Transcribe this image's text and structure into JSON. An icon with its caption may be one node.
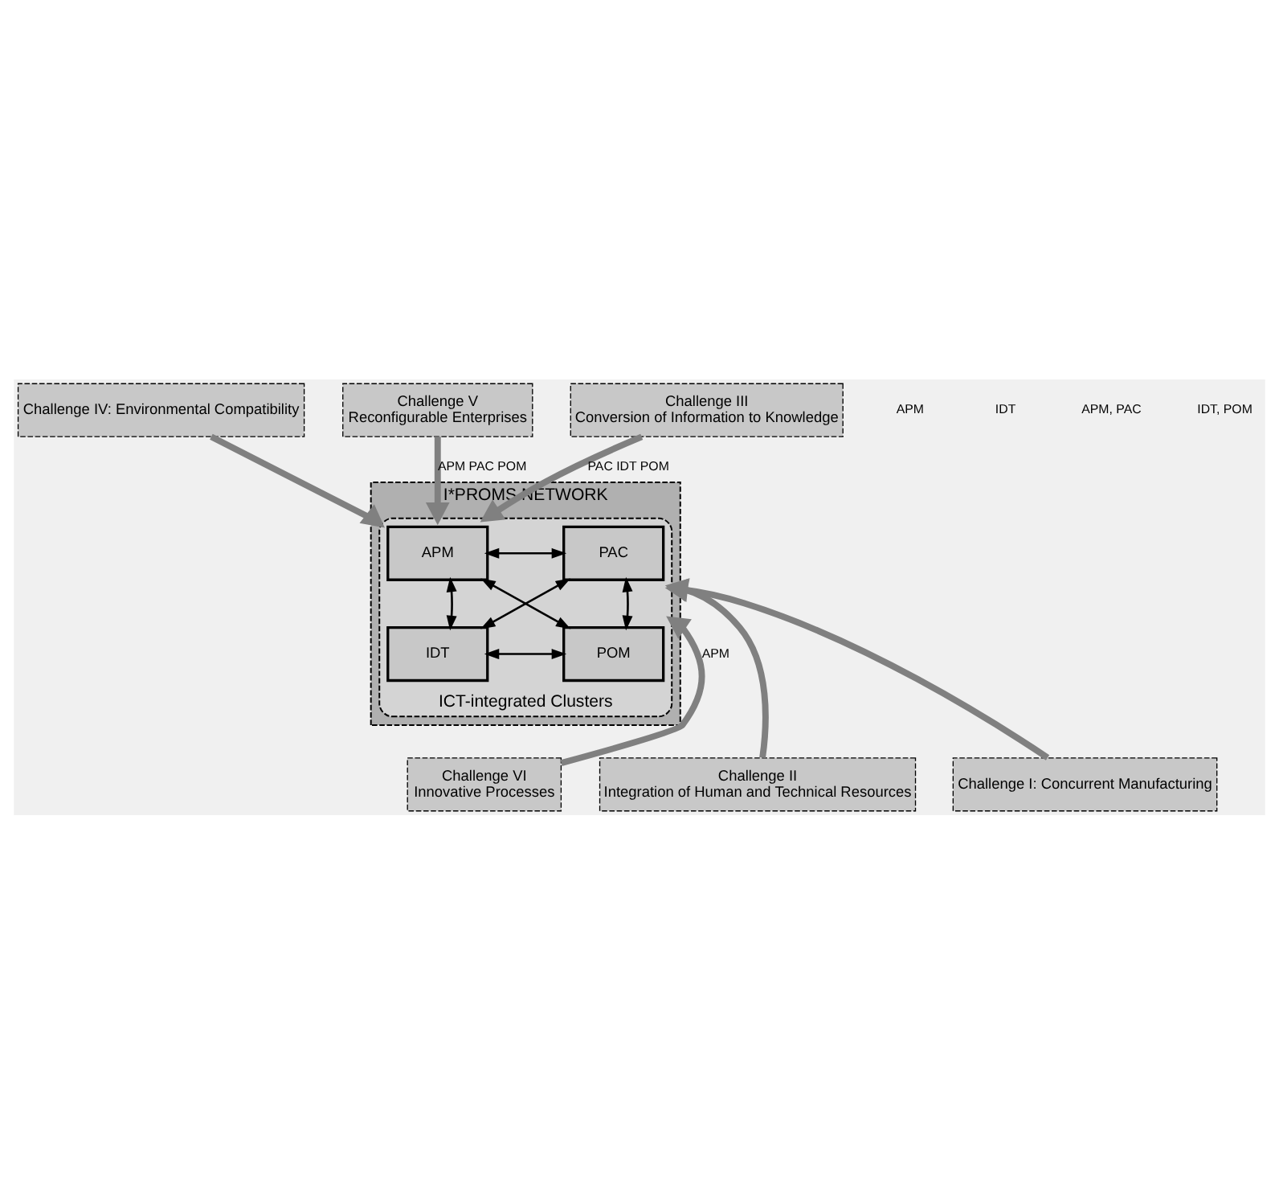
{
  "diagram": {
    "nodes": [
      {
        "text": [
          "Challenge IV: Environmental Compatibility"
        ]
      },
      {
        "text": [
          "Challenge V",
          "Reconfigurable Enterprises"
        ]
      },
      {
        "text": [
          "Challenge III",
          "Conversion of Information to Knowledge"
        ]
      },
      {
        "text": [
          "I*PROMS NETWORK"
        ]
      },
      {
        "text": [
          "ICT-integrated Clusters"
        ],
        "in": 3
      },
      {
        "text": [
          "APM"
        ],
        "in": 4
      },
      {
        "text": [
          "PAC"
        ],
        "in": 4
      },
      {
        "text": [
          "IDT"
        ],
        "in": 4
      },
      {
        "text": [
          "POM"
        ],
        "in": 4
      },
      {
        "text": [
          "Challenge VI",
          "Innovative Processes"
        ]
      },
      {
        "text": [
          "Challenge II",
          "Integration of Human and Technical Resources"
        ]
      },
      {
        "text": [
          "Challenge I: Concurrent Manufacturing"
        ]
      }
    ],
    "edges": [
      {
        "from": 0,
        "to": 4,
        "arrow": "to",
        "style": "thick"
      },
      {
        "from": 1,
        "to": 4,
        "arrow": "to",
        "style": "thick",
        "label": "APM PAC POM"
      },
      {
        "from": 2,
        "to": 4,
        "arrow": "to",
        "style": "thick",
        "label": "PAC IDT POM"
      },
      {
        "from": 5,
        "to": 6,
        "arrow": "both",
        "color": "#000000"
      },
      {
        "from": 5,
        "to": 7,
        "arrow": "both",
        "color": "#000000"
      },
      {
        "from": 6,
        "to": 8,
        "arrow": "both",
        "color": "#000000"
      },
      {
        "from": 5,
        "to": 8,
        "arrow": "both",
        "color": "#000000"
      },
      {
        "from": 6,
        "to": 7,
        "arrow": "both",
        "color": "#000000"
      },
      {
        "from": 7,
        "to": 8,
        "arrow": "both",
        "color": "#000000"
      },
      {
        "from": 9,
        "to": 4,
        "arrow": "to",
        "style": "thick",
        "label": "APM"
      },
      {
        "from": 10,
        "to": 4,
        "arrow": "to",
        "style": "thick"
      },
      {
        "from": 11,
        "to": 4,
        "arrow": "to",
        "style": "thick"
      }
    ],
    "labels": [
      "APM",
      "IDT",
      "APM, PAC",
      "IDT, POM"
    ]
  }
}
